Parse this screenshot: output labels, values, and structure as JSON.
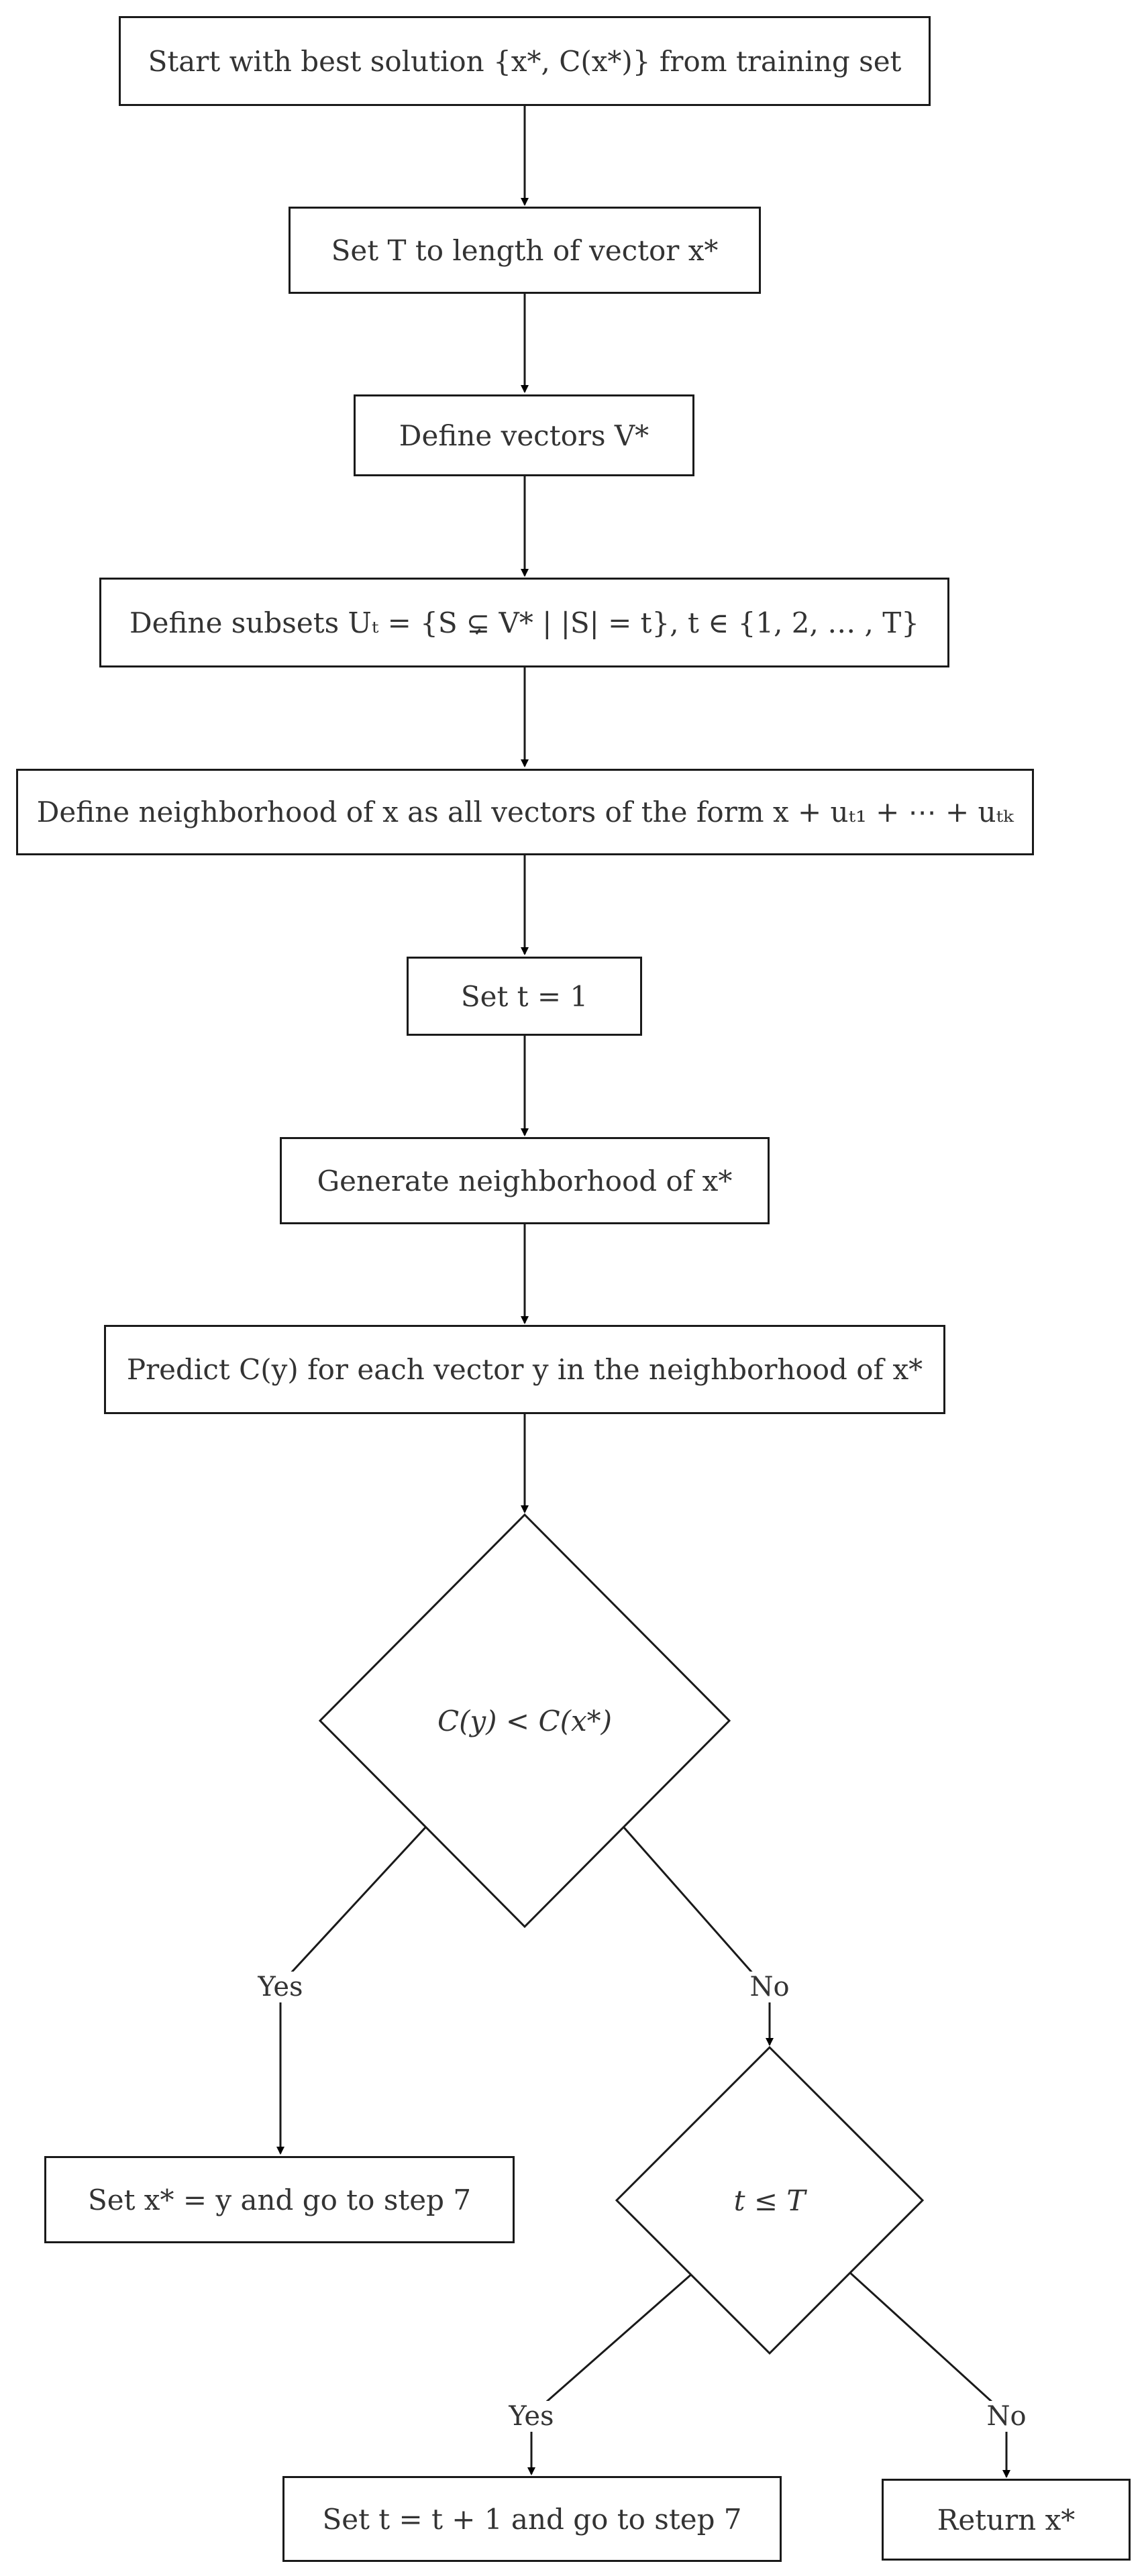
{
  "nodes": {
    "start": "Start with best solution {x*, C(x*)} from training set",
    "set_T": "Set T to length of vector x*",
    "define_V": "Define vectors V*",
    "define_U": "Define subsets Uₜ = {S ⊊ V* | |S| = t},    t ∈ {1, 2, … , T}",
    "define_nbhd": "Define neighborhood of x as all vectors of the form x + uₜ₁ + ⋯ + uₜₖ",
    "set_t1": "Set t = 1",
    "generate": "Generate neighborhood of x*",
    "predict": "Predict C(y) for each vector y in the neighborhood of x*",
    "decision_cost": "C(y) < C(x*)",
    "set_x": "Set x* = y and go to step 7",
    "decision_t": "t ≤ T",
    "inc_t": "Set t = t + 1 and go to step 7",
    "return": "Return x*"
  },
  "edge_labels": {
    "cost_yes": "Yes",
    "cost_no": "No",
    "t_yes": "Yes",
    "t_no": "No"
  }
}
